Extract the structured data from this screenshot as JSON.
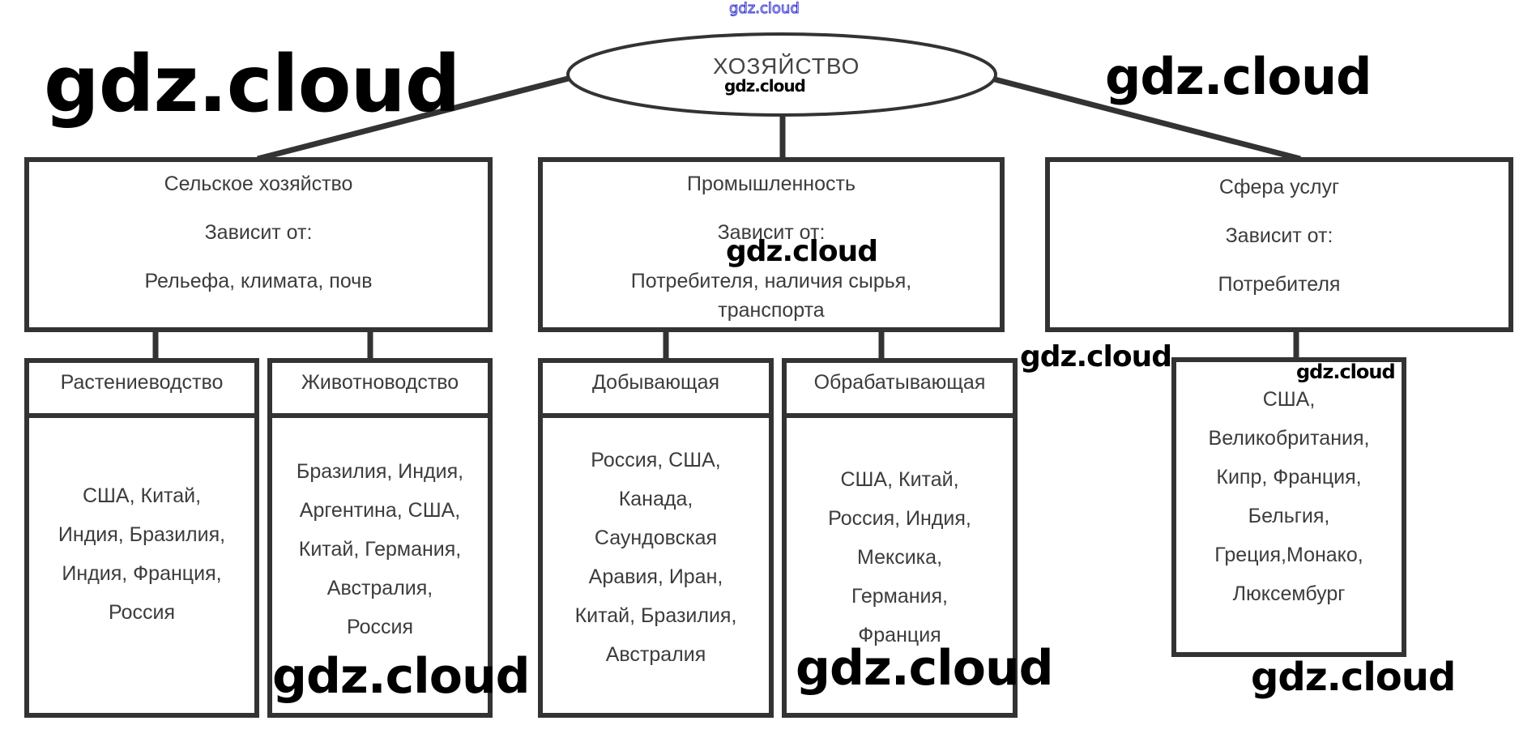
{
  "watermarks": {
    "top_center": "gdz.cloud",
    "top_left": "gdz.cloud",
    "top_right": "gdz.cloud",
    "ellipse": "gdz.cloud",
    "middle_box": "gdz.cloud",
    "right_middle": "gdz.cloud",
    "right_sub": "gdz.cloud",
    "bottom_zhivotnovodstvo": "gdz.cloud",
    "bottom_obrabatyvayushchaya": "gdz.cloud",
    "bottom_right": "gdz.cloud"
  },
  "root": {
    "label": "ХОЗЯЙСТВО"
  },
  "sectors": [
    {
      "title": "Сельское хозяйство",
      "depends_label": "Зависит от:",
      "depends_value": "Рельефа, климата, почв",
      "subs": [
        {
          "title": "Растениеводство",
          "countries": [
            "США, Китай,",
            "Индия, Бразилия,",
            "Индия, Франция,",
            "Россия"
          ]
        },
        {
          "title": "Животноводство",
          "countries": [
            "Бразилия, Индия,",
            "Аргентина, США,",
            "Китай, Германия,",
            "Австралия,",
            "Россия"
          ]
        }
      ]
    },
    {
      "title": "Промышленность",
      "depends_label": "Зависит от:",
      "depends_value": "Потребителя, наличия сырья,",
      "depends_value_2": "транспорта",
      "subs": [
        {
          "title": "Добывающая",
          "countries": [
            "Россия, США,",
            "Канада,",
            "Саундовская",
            "Аравия, Иран,",
            "Китай, Бразилия,",
            "Австралия"
          ]
        },
        {
          "title": "Обрабатывающая",
          "countries": [
            "США, Китай,",
            "Россия, Индия,",
            "Мексика,",
            "Германия,",
            "Франция"
          ]
        }
      ]
    },
    {
      "title": "Сфера услуг",
      "depends_label": "Зависит от:",
      "depends_value": "Потребителя",
      "subs": [
        {
          "title": "",
          "countries": [
            "США,",
            "Великобритания,",
            "Кипр, Франция,",
            "Бельгия,",
            "Греция,Монако,",
            "Люксембург"
          ]
        }
      ]
    }
  ]
}
